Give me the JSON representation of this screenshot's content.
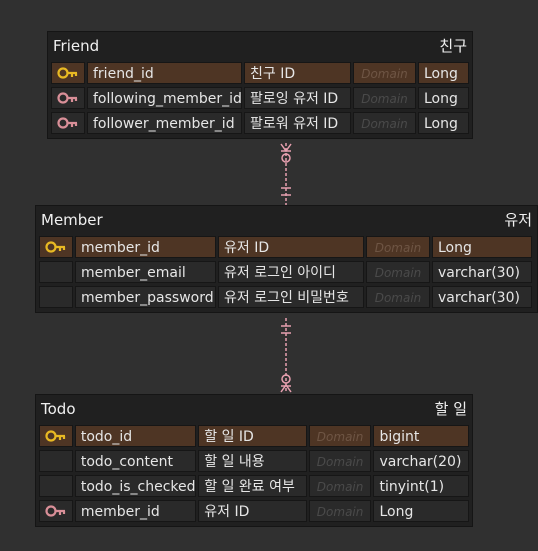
{
  "entities": [
    {
      "name": "Friend",
      "label": "친구",
      "rows": [
        {
          "key": "pk",
          "name": "friend_id",
          "logical": "친구 ID",
          "domain": "Domain",
          "type": "Long"
        },
        {
          "key": "fk",
          "name": "following_member_id",
          "logical": "팔로잉 유저 ID",
          "domain": "Domain",
          "type": "Long"
        },
        {
          "key": "fk",
          "name": "follower_member_id",
          "logical": "팔로워 유저 ID",
          "domain": "Domain",
          "type": "Long"
        }
      ]
    },
    {
      "name": "Member",
      "label": "유저",
      "rows": [
        {
          "key": "pk",
          "name": "member_id",
          "logical": "유저 ID",
          "domain": "Domain",
          "type": "Long"
        },
        {
          "key": "",
          "name": "member_email",
          "logical": "유저 로그인 아이디",
          "domain": "Domain",
          "type": "varchar(30)"
        },
        {
          "key": "",
          "name": "member_password",
          "logical": "유저 로그인 비밀번호",
          "domain": "Domain",
          "type": "varchar(30)"
        }
      ]
    },
    {
      "name": "Todo",
      "label": "할 일",
      "rows": [
        {
          "key": "pk",
          "name": "todo_id",
          "logical": "할 일 ID",
          "domain": "Domain",
          "type": "bigint"
        },
        {
          "key": "",
          "name": "todo_content",
          "logical": "할 일 내용",
          "domain": "Domain",
          "type": "varchar(20)"
        },
        {
          "key": "",
          "name": "todo_is_checked",
          "logical": "할 일 완료 여부",
          "domain": "Domain",
          "type": "tinyint(1)"
        },
        {
          "key": "fk",
          "name": "member_id",
          "logical": "유저 ID",
          "domain": "Domain",
          "type": "Long"
        }
      ]
    }
  ],
  "colors": {
    "background": "#303030",
    "entity": "#202020",
    "pk_row": "#4e3524",
    "pk_icon": "#e8b923",
    "fk_icon": "#d98f98",
    "relationship": "#e8a0b0"
  }
}
